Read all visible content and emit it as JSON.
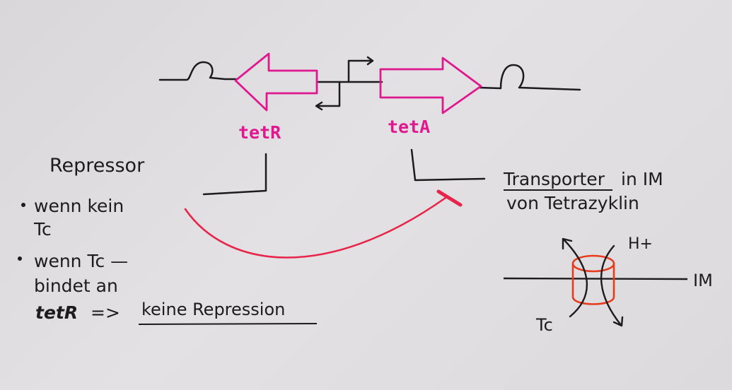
{
  "genes": {
    "tetR": "tetR",
    "tetA": "tetA"
  },
  "labels": {
    "repressor": "Repressor",
    "bullet1_line1": "wenn kein",
    "bullet1_line2": "Tc",
    "bullet2_line1": "wenn Tc —",
    "bullet2_line2": "bindet an",
    "bullet2_line3_prefix": "tetR",
    "bullet2_line3_arrow": "=>",
    "bullet2_line3_suffix": "keine Repression",
    "transporter_line1_underlined": "Transporter",
    "transporter_line1_rest": "in IM",
    "transporter_line2": "von Tetrazyklin",
    "h_plus": "H+",
    "membrane": "IM",
    "tc": "Tc"
  },
  "colors": {
    "gene_arrow": "#e0188f",
    "repression_curve": "#e8244a",
    "channel": "#e83a1c",
    "ink": "#1c1c1c"
  }
}
